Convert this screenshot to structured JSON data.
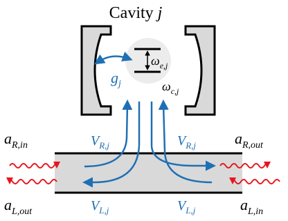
{
  "title": {
    "main": "Cavity ",
    "index": "j"
  },
  "coupling": {
    "symbol": "g",
    "sub": "j"
  },
  "atom": {
    "symbol": "ω",
    "sub": "e,j"
  },
  "cavity_freq": {
    "symbol": "ω",
    "sub": "c,j"
  },
  "rates": {
    "v_r_left": {
      "symbol": "V",
      "sub": "R,j"
    },
    "v_r_right": {
      "symbol": "V",
      "sub": "R,j"
    },
    "v_l_left": {
      "symbol": "V",
      "sub": "L,j"
    },
    "v_l_right": {
      "symbol": "V",
      "sub": "L,j"
    }
  },
  "ports": {
    "a_r_in": {
      "symbol": "a",
      "sub": "R,in"
    },
    "a_r_out": {
      "symbol": "a",
      "sub": "R,out"
    },
    "a_l_out": {
      "symbol": "a",
      "sub": "L,out"
    },
    "a_l_in": {
      "symbol": "a",
      "sub": "L,in"
    }
  },
  "colors": {
    "blue": "#1f6fb4",
    "red": "#e8141c",
    "mirror_fill": "#d9d9d9",
    "waveguide_fill": "#d9d9d9",
    "atom_bg": "#ececec",
    "black": "#000000"
  }
}
